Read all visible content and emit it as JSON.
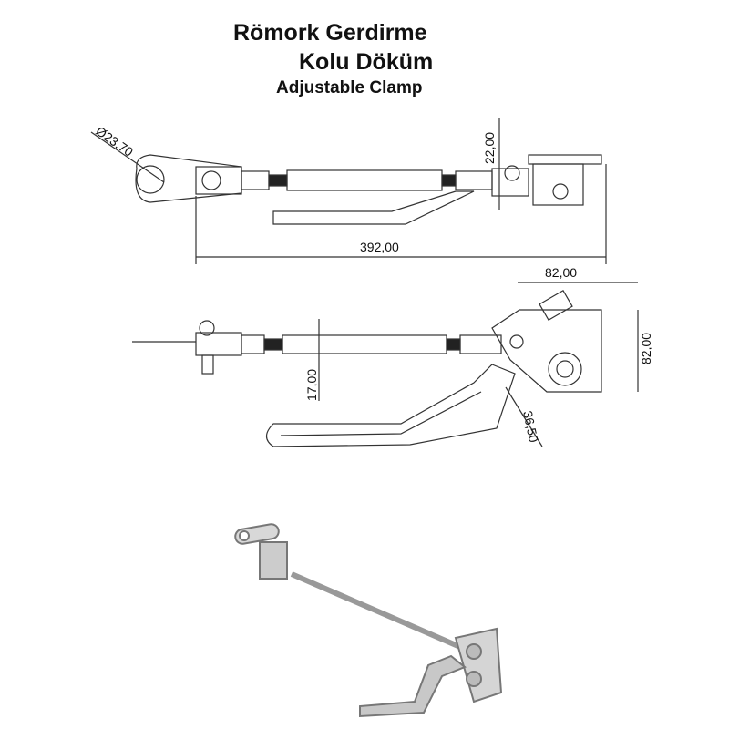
{
  "title": {
    "line1": "Römork Gerdirme",
    "line2": "Kolu Döküm",
    "line3": "Adjustable Clamp"
  },
  "dimensions": {
    "hole_diameter": "Ø23,70",
    "top_height": "22,00",
    "overall_length": "392,00",
    "plate_width": "82,00",
    "plate_height": "82,00",
    "rod_offset": "17,00",
    "handle_width": "36,50"
  }
}
